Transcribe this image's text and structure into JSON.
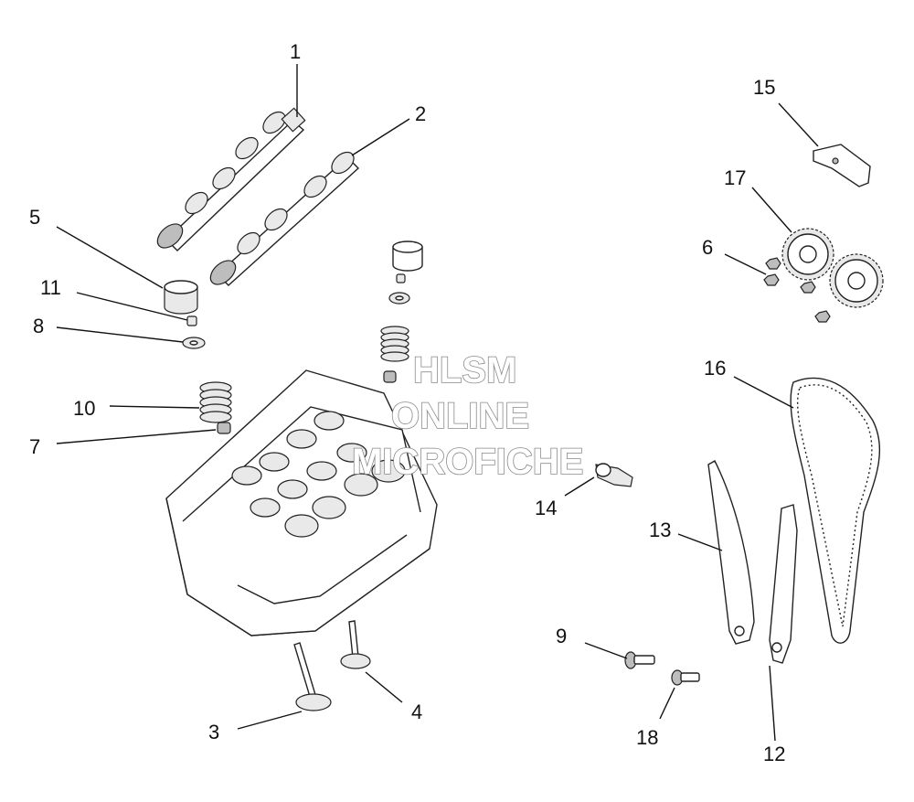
{
  "watermark": {
    "line1": "HLSM",
    "line2": "ONLINE",
    "line3": "MICROFICHE"
  },
  "callouts": [
    {
      "id": "1",
      "label": "1"
    },
    {
      "id": "2",
      "label": "2"
    },
    {
      "id": "3",
      "label": "3"
    },
    {
      "id": "4",
      "label": "4"
    },
    {
      "id": "5",
      "label": "5"
    },
    {
      "id": "6",
      "label": "6"
    },
    {
      "id": "7",
      "label": "7"
    },
    {
      "id": "8",
      "label": "8"
    },
    {
      "id": "9",
      "label": "9"
    },
    {
      "id": "10",
      "label": "10"
    },
    {
      "id": "11",
      "label": "11"
    },
    {
      "id": "12",
      "label": "12"
    },
    {
      "id": "13",
      "label": "13"
    },
    {
      "id": "14",
      "label": "14"
    },
    {
      "id": "15",
      "label": "15"
    },
    {
      "id": "16",
      "label": "16"
    },
    {
      "id": "17",
      "label": "17"
    },
    {
      "id": "18",
      "label": "18"
    }
  ]
}
